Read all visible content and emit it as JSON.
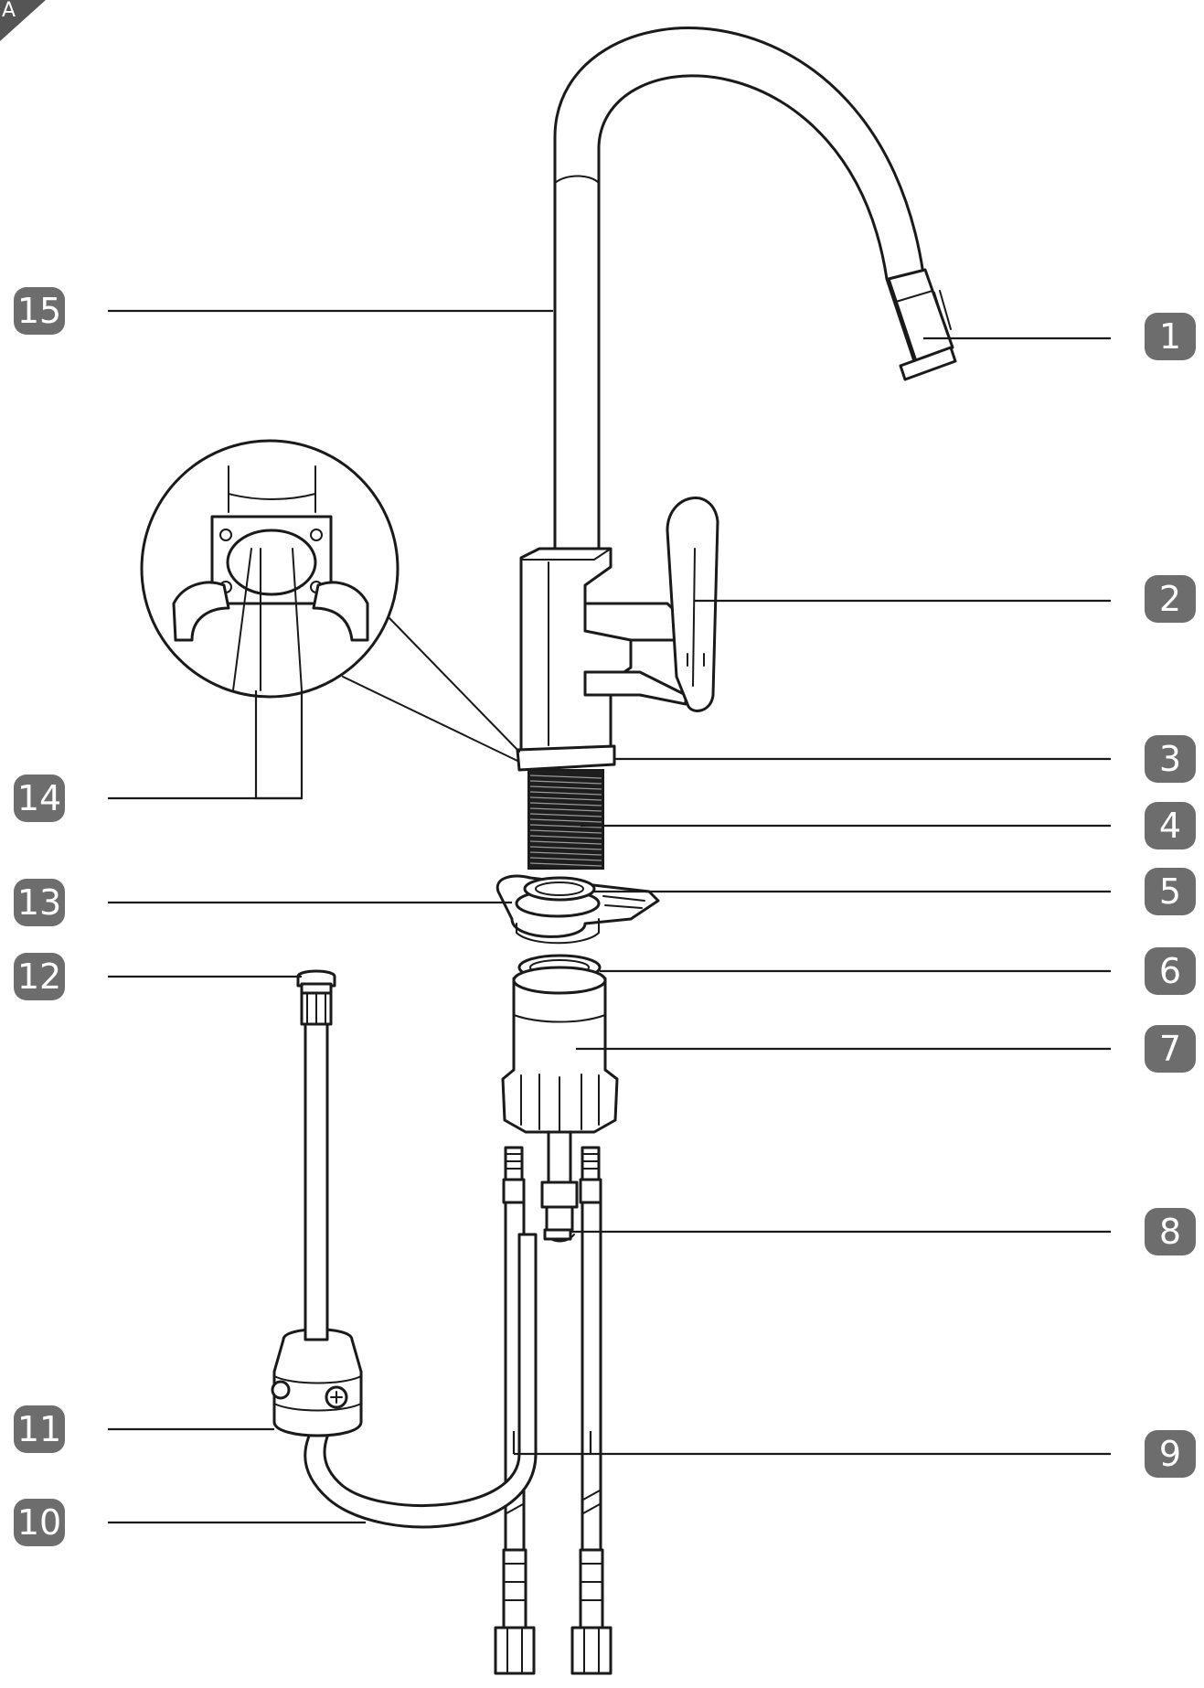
{
  "diagram": {
    "corner_mark": "A",
    "callouts": [
      {
        "id": "1",
        "label": "1"
      },
      {
        "id": "2",
        "label": "2"
      },
      {
        "id": "3",
        "label": "3"
      },
      {
        "id": "4",
        "label": "4"
      },
      {
        "id": "5",
        "label": "5"
      },
      {
        "id": "6",
        "label": "6"
      },
      {
        "id": "7",
        "label": "7"
      },
      {
        "id": "8",
        "label": "8"
      },
      {
        "id": "9",
        "label": "9"
      },
      {
        "id": "10",
        "label": "10"
      },
      {
        "id": "11",
        "label": "11"
      },
      {
        "id": "12",
        "label": "12"
      },
      {
        "id": "13",
        "label": "13"
      },
      {
        "id": "14",
        "label": "14"
      },
      {
        "id": "15",
        "label": "15"
      }
    ],
    "colors": {
      "badge": "#6d6d6d",
      "line": "#1a1a1a",
      "background": "#ffffff"
    }
  }
}
